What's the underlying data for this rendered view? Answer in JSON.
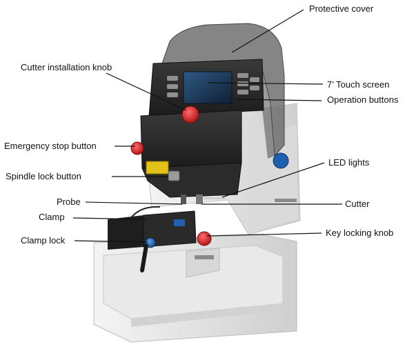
{
  "labels": {
    "protective_cover": "Protective cover",
    "cutter_installation_knob": "Cutter installation knob",
    "touch_screen": "7’ Touch screen",
    "operation_buttons": "Operation buttons",
    "emergency_stop_button": "Emergency  stop  button",
    "led_lights": "LED lights",
    "spindle_lock_button": "Spindle lock button",
    "probe": "Probe",
    "cutter": "Cutter",
    "clamp": "Clamp",
    "key_locking_knob": "Key locking knob",
    "clamp_lock": "Clamp lock"
  },
  "colors": {
    "body": "#e4e4e4",
    "body_dark": "#2a2a2a",
    "cover": "#5c5c5c",
    "screen": "#1f3550",
    "red_knob": "#d42020",
    "blue_knob": "#1f5fb0"
  },
  "icons": {
    "machine": "key-cutting-machine-illustration"
  }
}
